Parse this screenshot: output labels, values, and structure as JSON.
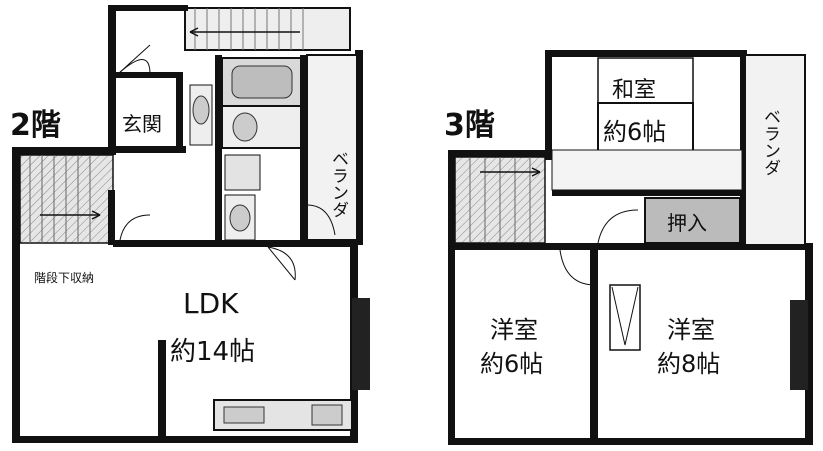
{
  "floor2": {
    "title": "2階",
    "entrance": "玄関",
    "veranda": "ベランダ",
    "storage_under_stairs": "階段下収納",
    "ldk_name": "LDK",
    "ldk_size": "約14帖"
  },
  "floor3": {
    "title": "3階",
    "washitsu_name": "和室",
    "washitsu_size": "約6帖",
    "veranda": "ベランダ",
    "oshiire": "押入",
    "youshitsu_a_name": "洋室",
    "youshitsu_a_size": "約6帖",
    "youshitsu_b_name": "洋室",
    "youshitsu_b_size": "約8帖"
  },
  "colors": {
    "wall": "#111111",
    "shade": "#d9d9d9",
    "background": "#ffffff"
  }
}
